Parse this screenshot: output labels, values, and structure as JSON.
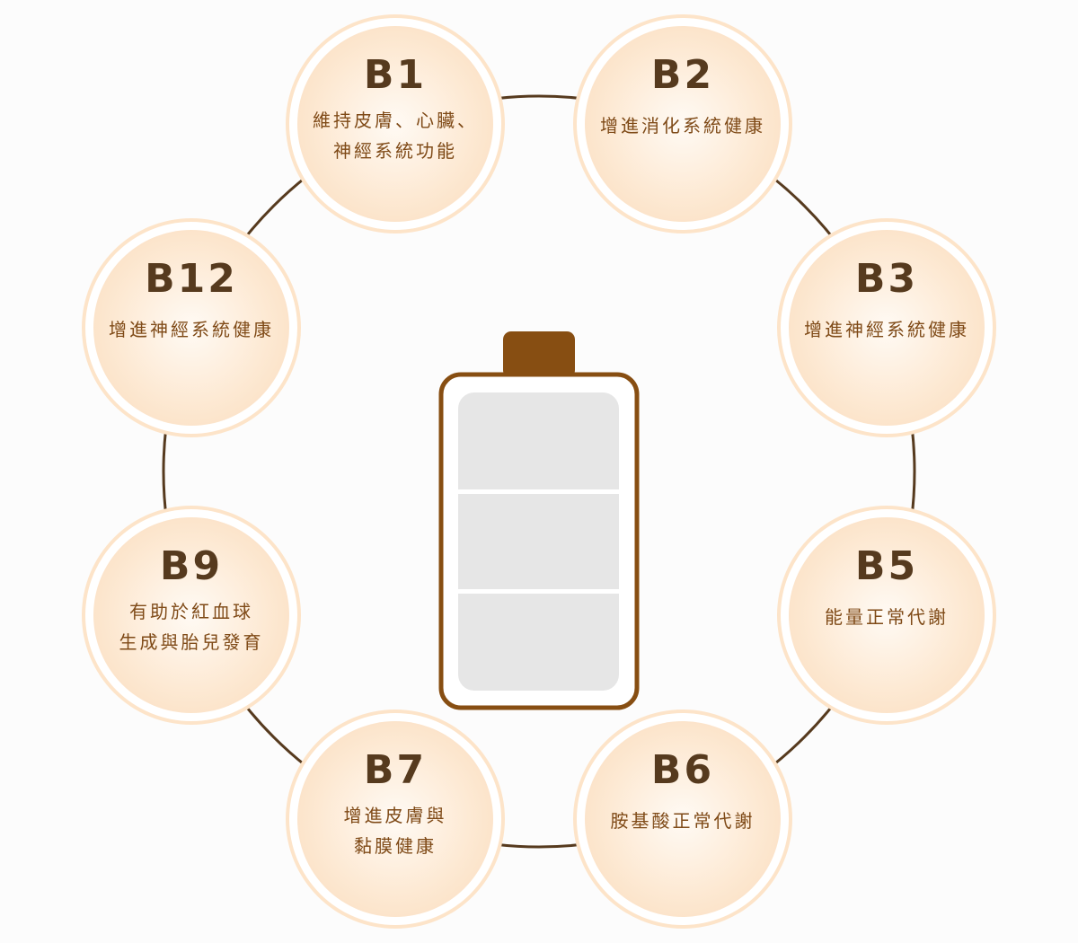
{
  "diagram": {
    "center_icon": "battery-icon",
    "colors": {
      "background": "#fcfcfc",
      "ring_line": "#563a1e",
      "node_outer": "#fde4c9",
      "node_fill": "#fbe1c4",
      "title_text": "#563a1e",
      "desc_text": "#7f4a17",
      "battery_outline": "#874e12",
      "battery_cells": "#e6e6e6"
    },
    "battery": {
      "cells": 3
    },
    "nodes": [
      {
        "id": "b1",
        "title": "B1",
        "desc": "維持皮膚、心臟、\n神經系統功能"
      },
      {
        "id": "b2",
        "title": "B2",
        "desc": "增進消化系統健康"
      },
      {
        "id": "b3",
        "title": "B3",
        "desc": "增進神經系統健康"
      },
      {
        "id": "b5",
        "title": "B5",
        "desc": "能量正常代謝"
      },
      {
        "id": "b6",
        "title": "B6",
        "desc": "胺基酸正常代謝"
      },
      {
        "id": "b7",
        "title": "B7",
        "desc": "增進皮膚與\n黏膜健康"
      },
      {
        "id": "b9",
        "title": "B9",
        "desc": "有助於紅血球\n生成與胎兒發育"
      },
      {
        "id": "b12",
        "title": "B12",
        "desc": "增進神經系統健康"
      }
    ]
  }
}
